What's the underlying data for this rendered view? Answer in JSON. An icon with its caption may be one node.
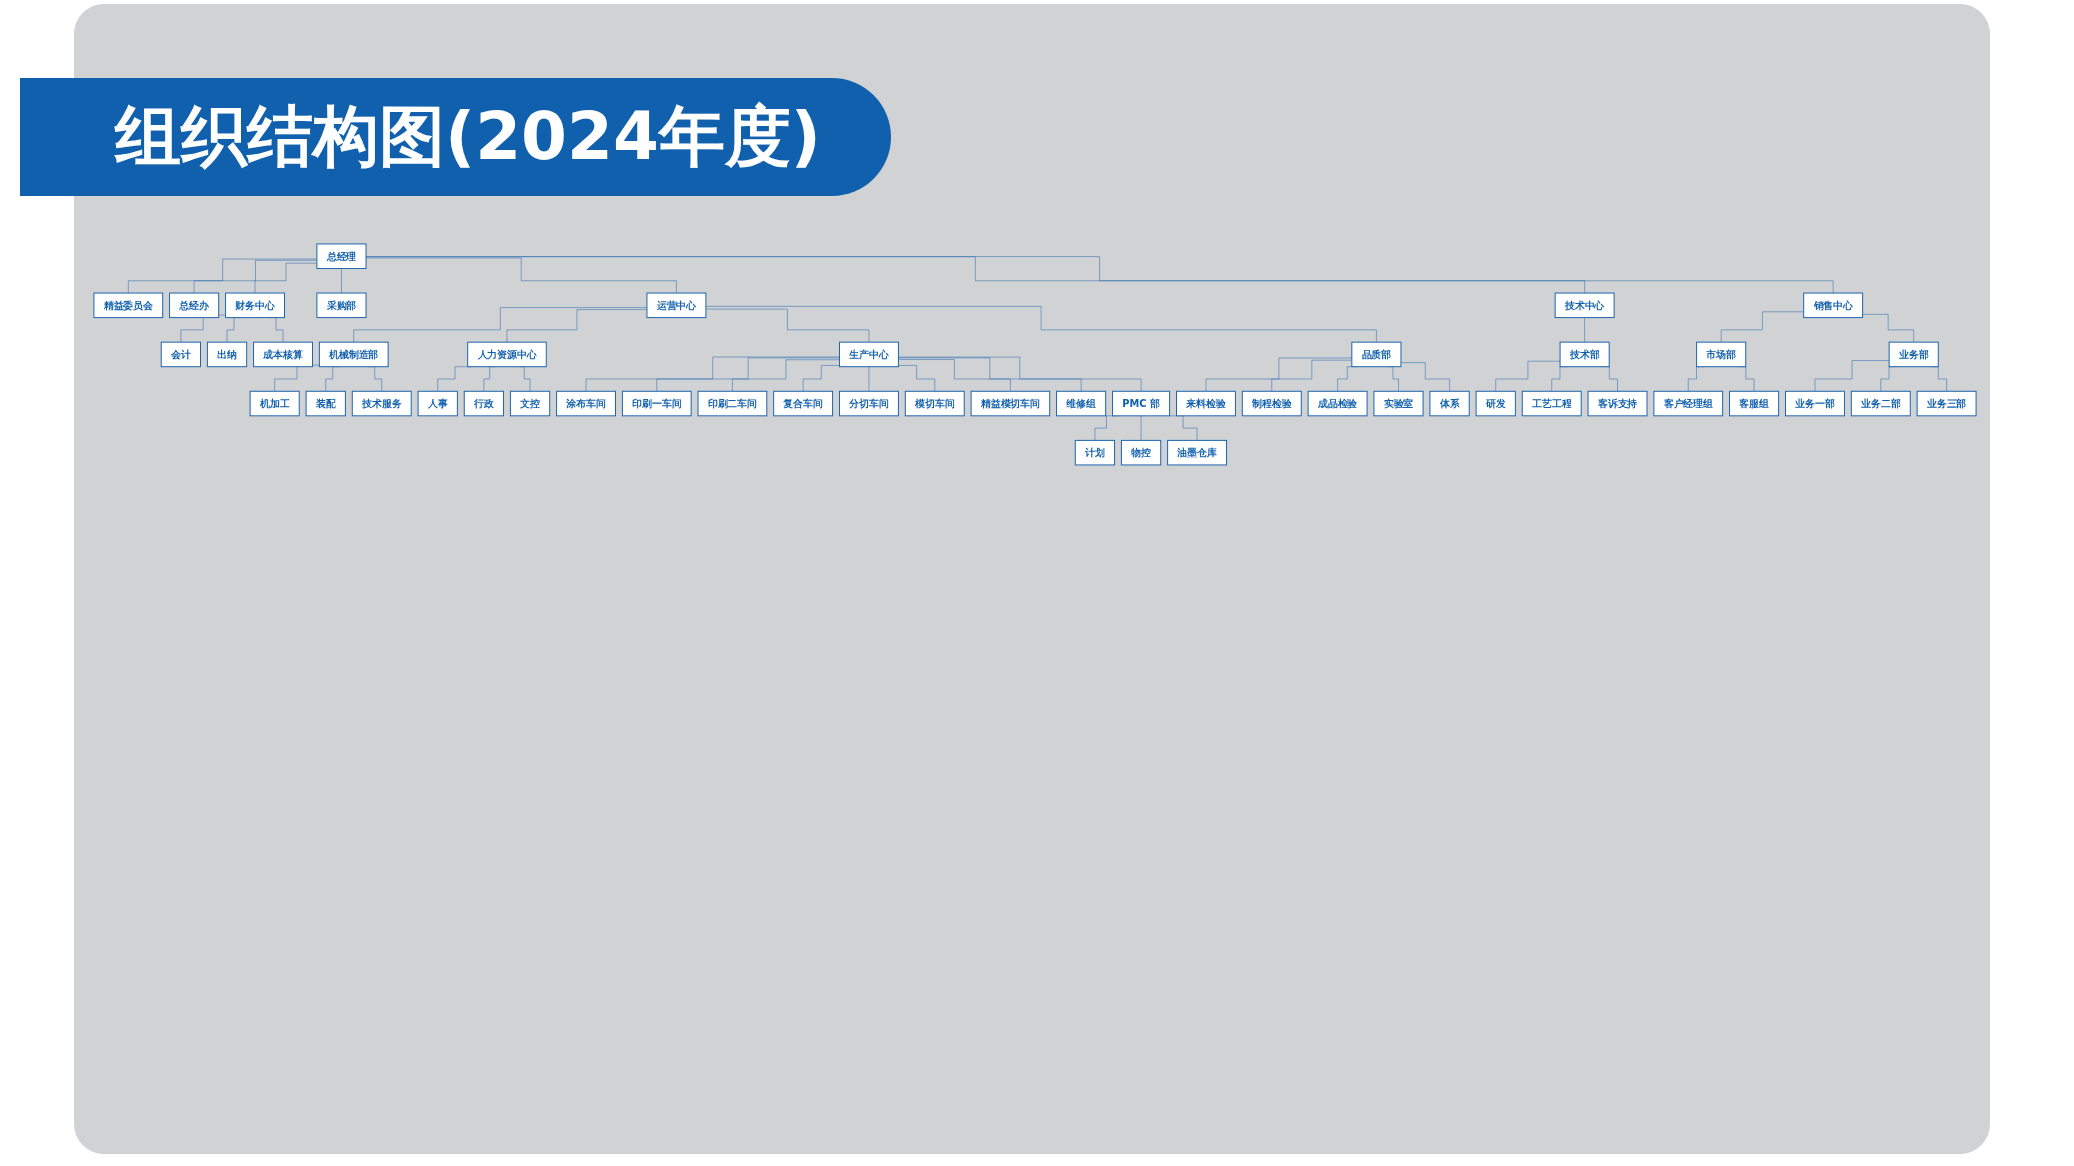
{
  "diagram": {
    "title": "组织结构图(2024年度)",
    "nodes": [
      {
        "text": [
          "总经理"
        ]
      },
      {
        "text": [
          "精益委员会"
        ]
      },
      {
        "text": [
          "总经办"
        ]
      },
      {
        "text": [
          "运营中心"
        ]
      },
      {
        "text": [
          "财务中心"
        ]
      },
      {
        "text": [
          "人力资源中心"
        ]
      },
      {
        "text": [
          "生产中心"
        ]
      },
      {
        "text": [
          "品质部"
        ]
      },
      {
        "text": [
          "技术中心"
        ]
      },
      {
        "text": [
          "销售中心"
        ]
      },
      {
        "text": [
          "采购部"
        ]
      },
      {
        "text": [
          "机械制造部"
        ]
      },
      {
        "text": [
          "PMC 部"
        ]
      },
      {
        "text": [
          "技术部"
        ]
      },
      {
        "text": [
          "市场部"
        ]
      },
      {
        "text": [
          "业务部"
        ]
      },
      {
        "text": [
          "会计"
        ]
      },
      {
        "text": [
          "出纳"
        ]
      },
      {
        "text": [
          "成本核算"
        ]
      },
      {
        "text": [
          "机加工"
        ]
      },
      {
        "text": [
          "装配"
        ]
      },
      {
        "text": [
          "技术服务"
        ]
      },
      {
        "text": [
          "人事"
        ]
      },
      {
        "text": [
          "行政"
        ]
      },
      {
        "text": [
          "文控"
        ]
      },
      {
        "text": [
          "涂布车间"
        ]
      },
      {
        "text": [
          "印刷一车间"
        ]
      },
      {
        "text": [
          "印刷二车间"
        ]
      },
      {
        "text": [
          "复合车间"
        ]
      },
      {
        "text": [
          "分切车间"
        ]
      },
      {
        "text": [
          "模切车间"
        ]
      },
      {
        "text": [
          "精益模切车间"
        ]
      },
      {
        "text": [
          "维修组"
        ]
      },
      {
        "text": [
          "计划"
        ]
      },
      {
        "text": [
          "物控"
        ]
      },
      {
        "text": [
          "油墨仓库"
        ]
      },
      {
        "text": [
          "来料检验"
        ]
      },
      {
        "text": [
          "制程检验"
        ]
      },
      {
        "text": [
          "成品检验"
        ]
      },
      {
        "text": [
          "实验室"
        ]
      },
      {
        "text": [
          "体系"
        ]
      },
      {
        "text": [
          "研发"
        ]
      },
      {
        "text": [
          "工艺工程"
        ]
      },
      {
        "text": [
          "客诉支持"
        ]
      },
      {
        "text": [
          "客户经理组"
        ]
      },
      {
        "text": [
          "客服组"
        ]
      },
      {
        "text": [
          "业务一部"
        ]
      },
      {
        "text": [
          "业务二部"
        ]
      },
      {
        "text": [
          "业务三部"
        ]
      }
    ],
    "edges": [
      {
        "from": 0,
        "to": 1,
        "arrow": "none"
      },
      {
        "from": 0,
        "to": 2,
        "arrow": "none"
      },
      {
        "from": 0,
        "to": 4,
        "arrow": "none"
      },
      {
        "from": 0,
        "to": 10,
        "arrow": "none"
      },
      {
        "from": 0,
        "to": 3,
        "arrow": "none"
      },
      {
        "from": 0,
        "to": 8,
        "arrow": "none"
      },
      {
        "from": 0,
        "to": 9,
        "arrow": "none"
      },
      {
        "from": 3,
        "to": 11,
        "arrow": "none"
      },
      {
        "from": 3,
        "to": 5,
        "arrow": "none"
      },
      {
        "from": 3,
        "to": 6,
        "arrow": "none"
      },
      {
        "from": 3,
        "to": 7,
        "arrow": "none"
      },
      {
        "from": 4,
        "to": 16,
        "arrow": "none"
      },
      {
        "from": 4,
        "to": 17,
        "arrow": "none"
      },
      {
        "from": 4,
        "to": 18,
        "arrow": "none"
      },
      {
        "from": 11,
        "to": 19,
        "arrow": "none"
      },
      {
        "from": 11,
        "to": 20,
        "arrow": "none"
      },
      {
        "from": 11,
        "to": 21,
        "arrow": "none"
      },
      {
        "from": 5,
        "to": 22,
        "arrow": "none"
      },
      {
        "from": 5,
        "to": 23,
        "arrow": "none"
      },
      {
        "from": 5,
        "to": 24,
        "arrow": "none"
      },
      {
        "from": 6,
        "to": 25,
        "arrow": "none"
      },
      {
        "from": 6,
        "to": 26,
        "arrow": "none"
      },
      {
        "from": 6,
        "to": 27,
        "arrow": "none"
      },
      {
        "from": 6,
        "to": 28,
        "arrow": "none"
      },
      {
        "from": 6,
        "to": 29,
        "arrow": "none"
      },
      {
        "from": 6,
        "to": 30,
        "arrow": "none"
      },
      {
        "from": 6,
        "to": 31,
        "arrow": "none"
      },
      {
        "from": 6,
        "to": 32,
        "arrow": "none"
      },
      {
        "from": 6,
        "to": 12,
        "arrow": "none"
      },
      {
        "from": 12,
        "to": 33,
        "arrow": "none"
      },
      {
        "from": 12,
        "to": 34,
        "arrow": "none"
      },
      {
        "from": 12,
        "to": 35,
        "arrow": "none"
      },
      {
        "from": 7,
        "to": 36,
        "arrow": "none"
      },
      {
        "from": 7,
        "to": 37,
        "arrow": "none"
      },
      {
        "from": 7,
        "to": 38,
        "arrow": "none"
      },
      {
        "from": 7,
        "to": 39,
        "arrow": "none"
      },
      {
        "from": 7,
        "to": 40,
        "arrow": "none"
      },
      {
        "from": 8,
        "to": 13,
        "arrow": "none"
      },
      {
        "from": 13,
        "to": 41,
        "arrow": "none"
      },
      {
        "from": 13,
        "to": 42,
        "arrow": "none"
      },
      {
        "from": 13,
        "to": 43,
        "arrow": "none"
      },
      {
        "from": 9,
        "to": 14,
        "arrow": "none"
      },
      {
        "from": 9,
        "to": 15,
        "arrow": "none"
      },
      {
        "from": 14,
        "to": 44,
        "arrow": "none"
      },
      {
        "from": 14,
        "to": 45,
        "arrow": "none"
      },
      {
        "from": 15,
        "to": 46,
        "arrow": "none"
      },
      {
        "from": 15,
        "to": 47,
        "arrow": "none"
      },
      {
        "from": 15,
        "to": 48,
        "arrow": "none"
      }
    ]
  }
}
